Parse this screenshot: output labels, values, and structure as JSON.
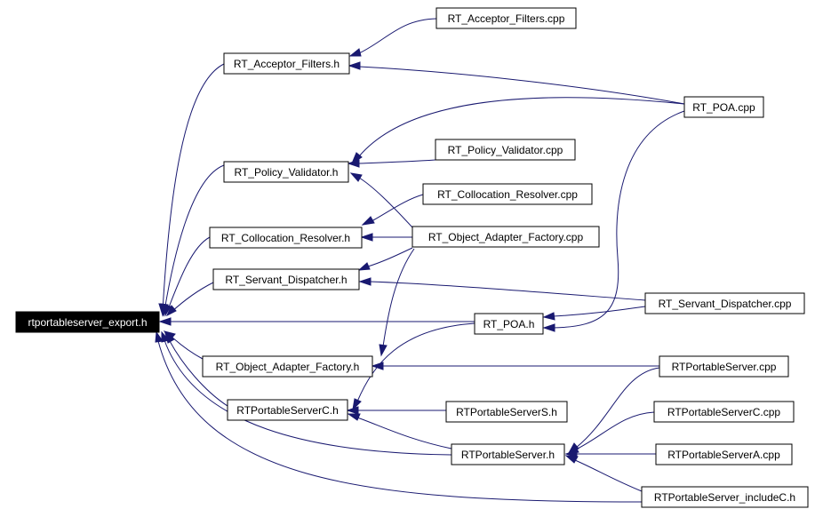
{
  "graph": {
    "colors": {
      "edge": "#191970",
      "node_fill": "#ffffff",
      "root_fill": "#000000"
    },
    "nodes": {
      "root": "rtportableserver_export.h",
      "acceptor_h": "RT_Acceptor_Filters.h",
      "acceptor_cpp": "RT_Acceptor_Filters.cpp",
      "poa_cpp": "RT_POA.cpp",
      "policy_h": "RT_Policy_Validator.h",
      "policy_cpp": "RT_Policy_Validator.cpp",
      "colloc_cpp": "RT_Collocation_Resolver.cpp",
      "colloc_h": "RT_Collocation_Resolver.h",
      "oaf_cpp": "RT_Object_Adapter_Factory.cpp",
      "servant_h": "RT_Servant_Dispatcher.h",
      "servant_cpp": "RT_Servant_Dispatcher.cpp",
      "poa_h": "RT_POA.h",
      "oaf_h": "RT_Object_Adapter_Factory.h",
      "rtps_cpp": "RTPortableServer.cpp",
      "rtpsc_h": "RTPortableServerC.h",
      "rtpsc_cpp": "RTPortableServerC.cpp",
      "rtpss_h": "RTPortableServerS.h",
      "rtps_h": "RTPortableServer.h",
      "rtpsa_cpp": "RTPortableServerA.cpp",
      "include_c_h": "RTPortableServer_includeC.h"
    }
  }
}
